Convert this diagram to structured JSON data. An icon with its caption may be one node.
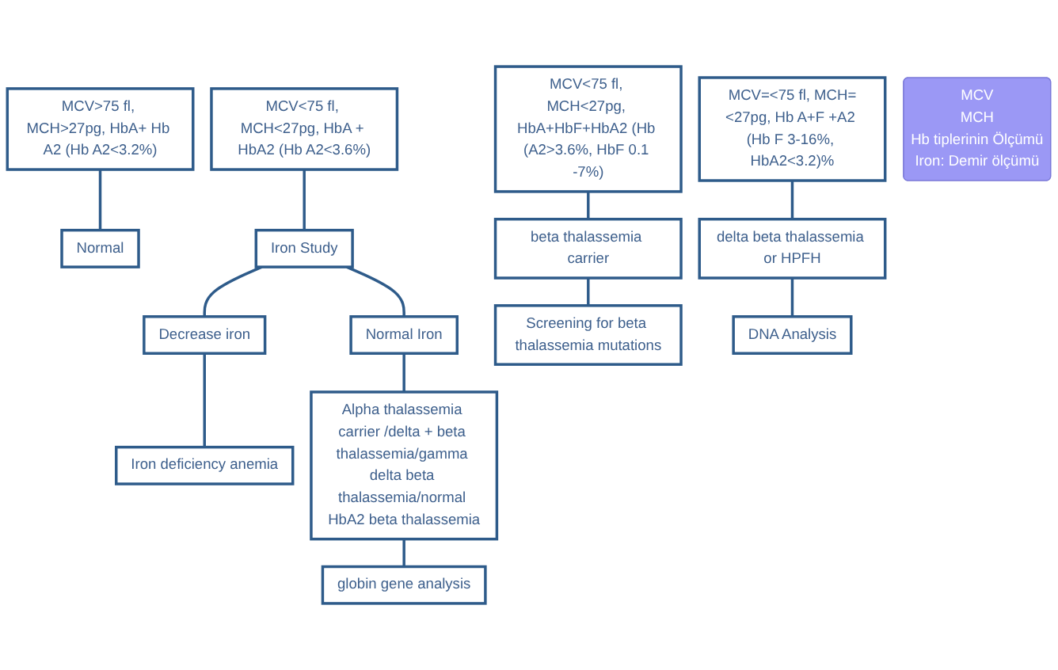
{
  "diagram": {
    "nodes": [
      {
        "text": [
          "MCV>75 fl, MCH>27pg, HbA+ Hb A2 (Hb A2<3.2%)"
        ]
      },
      {
        "text": [
          "Normal"
        ]
      },
      {
        "text": [
          "MCV<75 fl, MCH<27pg, HbA + HbA2 (Hb A2<3.6%)"
        ]
      },
      {
        "text": [
          "Iron Study"
        ]
      },
      {
        "text": [
          "Decrease iron"
        ]
      },
      {
        "text": [
          "Iron deficiency anemia"
        ]
      },
      {
        "text": [
          "Normal Iron"
        ]
      },
      {
        "text": [
          "Alpha thalassemia carrier /delta + beta thalassemia/gamma delta beta thalassemia/normal HbA2 beta thalassemia"
        ]
      },
      {
        "text": [
          "globin gene analysis"
        ]
      },
      {
        "text": [
          "MCV<75 fl, MCH<27pg, HbA+HbF+HbA2 (Hb (A2>3.6%, HbF 0.1 -7%)"
        ]
      },
      {
        "text": [
          "beta thalassemia carrier"
        ]
      },
      {
        "text": [
          "Screening for beta thalassemia mutations"
        ]
      },
      {
        "text": [
          "MCV=<75 fl, MCH=<27pg, Hb A+F +A2 (Hb F 3-16%, HbA2<3.2)%"
        ]
      },
      {
        "text": [
          "delta beta thalassemia or HPFH"
        ]
      },
      {
        "text": [
          "DNA Analysis"
        ]
      },
      {
        "text": [
          "MCV",
          "MCH",
          "Hb tiplerinin Ölçümü",
          "Iron: Demir ölçümü"
        ]
      }
    ],
    "edges": [
      {
        "from": 0,
        "to": 1,
        "arrow": "none"
      },
      {
        "from": 2,
        "to": 3,
        "arrow": "none"
      },
      {
        "from": 3,
        "to": 4,
        "arrow": "none"
      },
      {
        "from": 3,
        "to": 6,
        "arrow": "none"
      },
      {
        "from": 4,
        "to": 5,
        "arrow": "none"
      },
      {
        "from": 6,
        "to": 7,
        "arrow": "none"
      },
      {
        "from": 7,
        "to": 8,
        "arrow": "none"
      },
      {
        "from": 9,
        "to": 10,
        "arrow": "none"
      },
      {
        "from": 10,
        "to": 11,
        "arrow": "none"
      },
      {
        "from": 12,
        "to": 13,
        "arrow": "none"
      },
      {
        "from": 13,
        "to": 14,
        "arrow": "none"
      }
    ]
  }
}
